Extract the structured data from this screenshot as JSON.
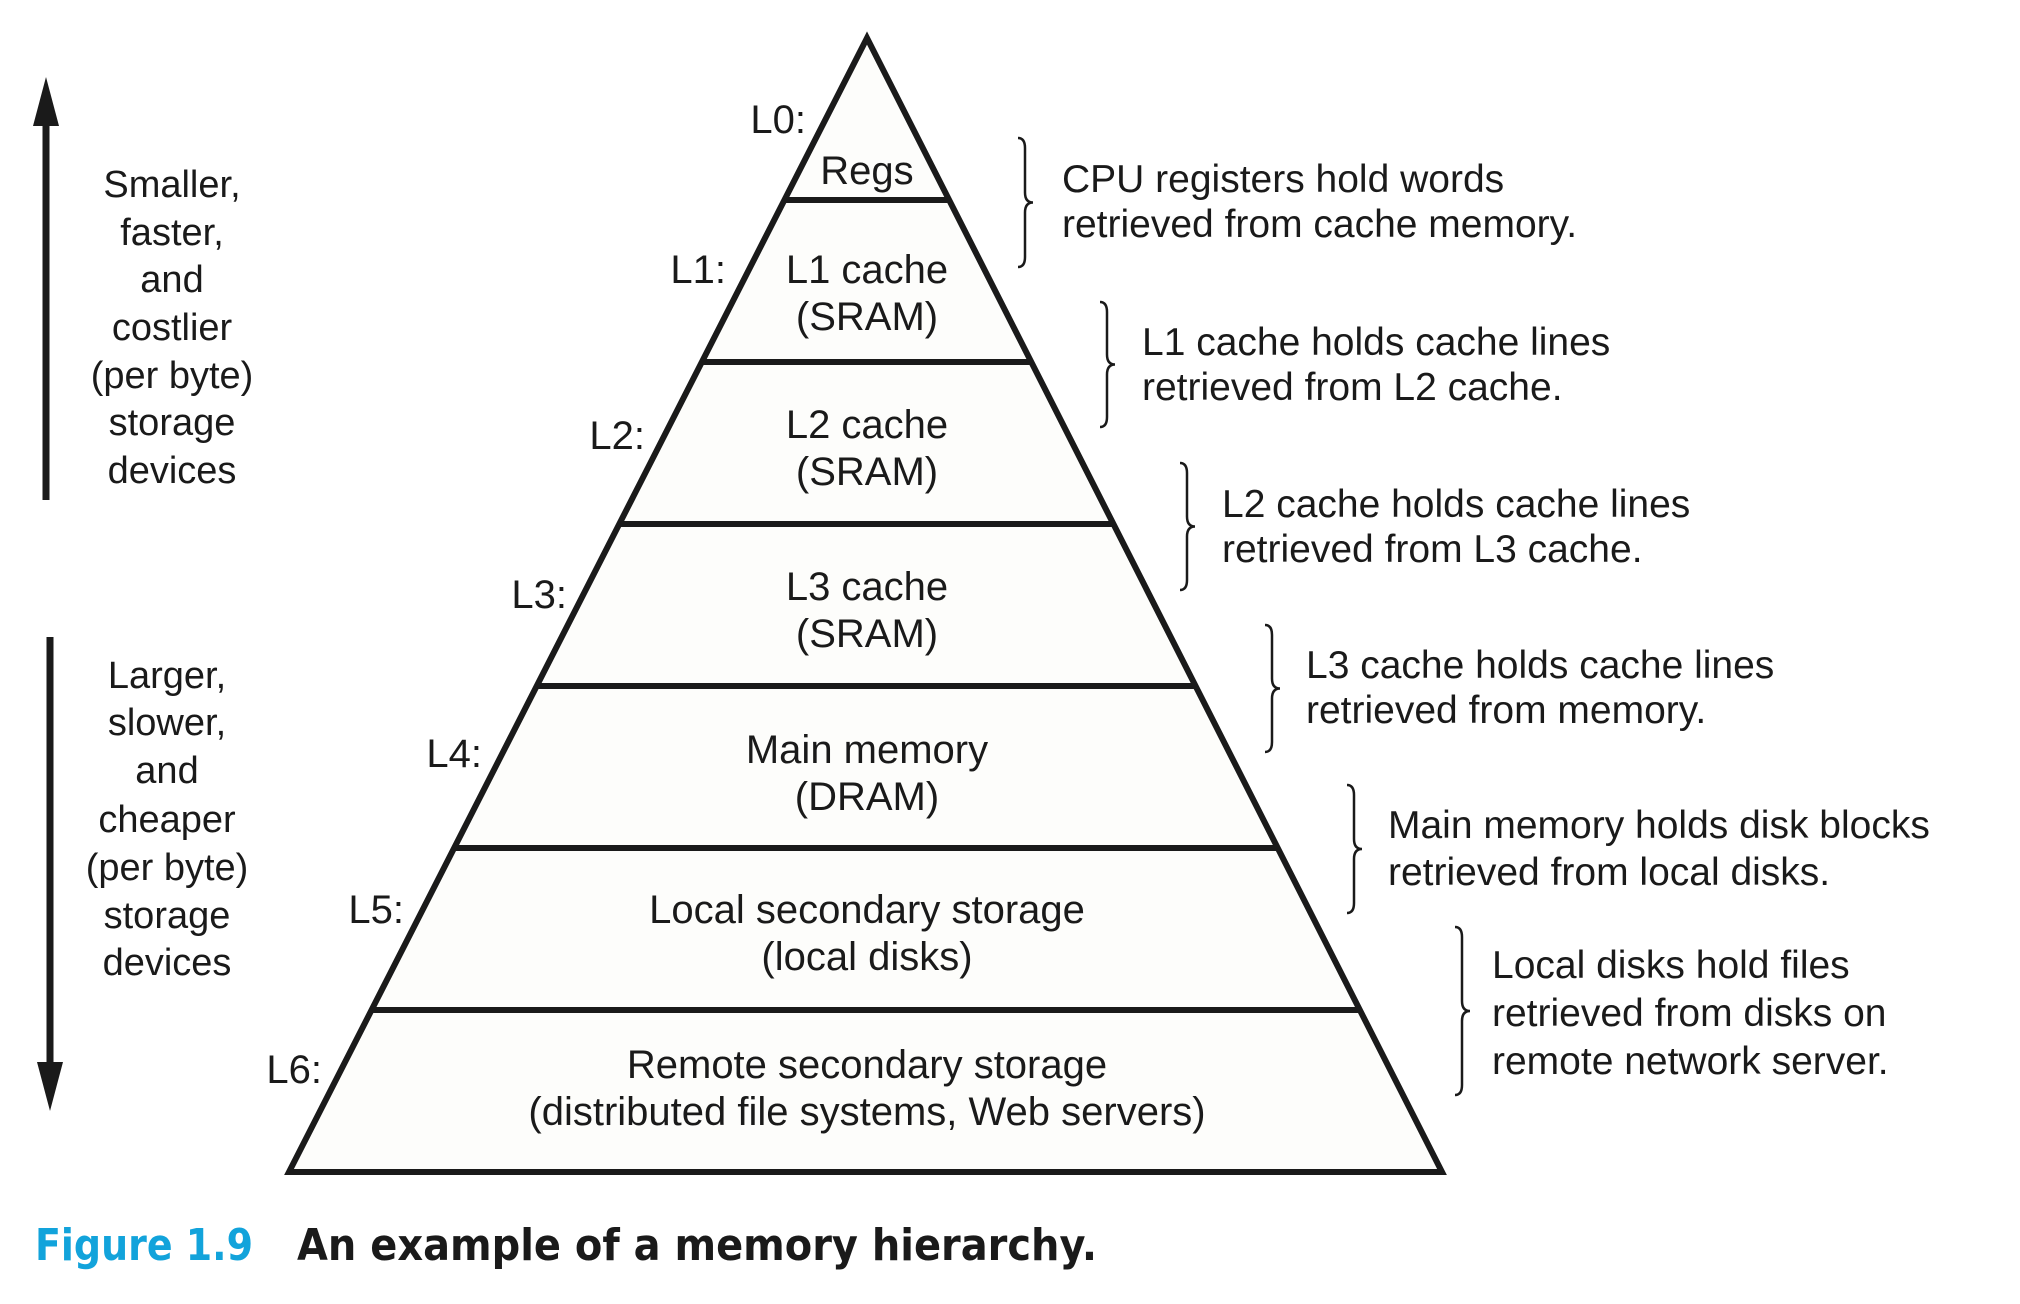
{
  "figure": {
    "caption_number": "Figure 1.9",
    "caption_title": "An example of a memory hierarchy.",
    "caption_number_color": "#12a3db"
  },
  "side_labels": {
    "up": {
      "arrow_icon": "arrow-up-icon",
      "lines": [
        "Smaller,",
        "faster,",
        "and",
        "costlier",
        "(per byte)",
        "storage",
        "devices"
      ]
    },
    "down": {
      "arrow_icon": "arrow-down-icon",
      "lines": [
        "Larger,",
        "slower,",
        "and",
        "cheaper",
        "(per byte)",
        "storage",
        "devices"
      ]
    }
  },
  "levels": [
    {
      "id": "L0",
      "label": "L0:",
      "lines": [
        "Regs"
      ],
      "description": [
        "CPU registers hold words",
        "retrieved from cache memory."
      ]
    },
    {
      "id": "L1",
      "label": "L1:",
      "lines": [
        "L1 cache",
        "(SRAM)"
      ],
      "description": [
        "L1 cache holds cache lines",
        "retrieved from L2 cache."
      ]
    },
    {
      "id": "L2",
      "label": "L2:",
      "lines": [
        "L2 cache",
        "(SRAM)"
      ],
      "description": [
        "L2 cache holds cache lines",
        "retrieved from L3 cache."
      ]
    },
    {
      "id": "L3",
      "label": "L3:",
      "lines": [
        "L3 cache",
        "(SRAM)"
      ],
      "description": [
        "L3 cache holds cache lines",
        "retrieved from memory."
      ]
    },
    {
      "id": "L4",
      "label": "L4:",
      "lines": [
        "Main memory",
        "(DRAM)"
      ],
      "description": [
        "Main memory holds disk blocks",
        "retrieved from local disks."
      ]
    },
    {
      "id": "L5",
      "label": "L5:",
      "lines": [
        "Local secondary storage",
        "(local disks)"
      ],
      "description": [
        "Local disks hold files",
        "retrieved from disks on",
        "remote network server."
      ]
    },
    {
      "id": "L6",
      "label": "L6:",
      "lines": [
        "Remote secondary storage",
        "(distributed file systems, Web servers)"
      ],
      "description": []
    }
  ]
}
